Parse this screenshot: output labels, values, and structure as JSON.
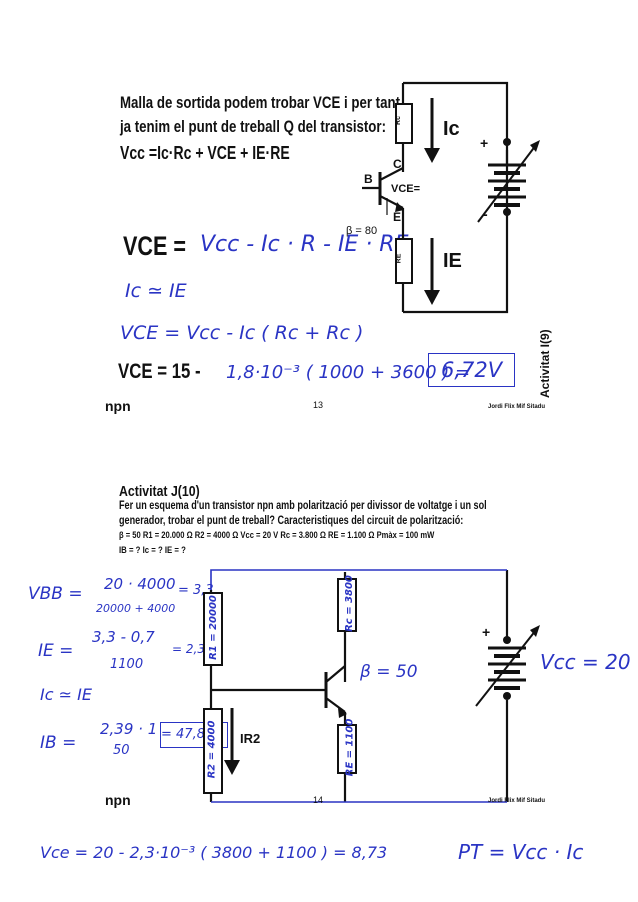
{
  "page1": {
    "intro_line1": "Malla de sortida podem trobar VCE i per tant",
    "intro_line2": "ja tenim el punt de treball Q del transistor:",
    "equation": "Vcc =Ic·Rc + VCE + IE·RE",
    "vce_label": "VCE =",
    "vce_hand": "Vcc - Ic · R - IE · RE",
    "ic_approx": "Ic ≃ IE",
    "vce_hand2": "VCE = Vcc - Ic ( Rc + Rc )",
    "final_prefix": "VCE = 15 -",
    "final_hand": "1,8·10⁻³ ( 1000 + 3600 ) =",
    "final_result": "6,72V",
    "npn": "npn",
    "page_number": "13",
    "side_label": "Activitat I(9)",
    "footer_credit": "Jordi Flix Mif Sitadu",
    "circuit": {
      "ic": "Ic",
      "ie": "IE",
      "c": "C",
      "b": "B",
      "e": "E",
      "vce": "VCE=",
      "beta": "β = 80",
      "rc": "Rc",
      "re": "RE",
      "plus": "+",
      "minus": "-"
    }
  },
  "page2": {
    "title": "Activitat J(10)",
    "desc_line1": "Fer un esquema d'un transistor npn amb polarització per divissor de voltatge i un sol",
    "desc_line2": "generador, trobar el punt de treball? Caracteristiques del circuit de polarització:",
    "params": "β = 50  R1 = 20.000 Ω  R2 = 4000 Ω  Vcc = 20 V  Rc = 3.800 Ω RE = 1.100 Ω  Pmàx = 100 mW",
    "unknowns": "IB = ?  Ic = ?  IE = ?",
    "vbb_label": "VBB =",
    "vbb_num": "20 · 4000",
    "vbb_den": "20000 + 4000",
    "vbb_result": "= 3,3",
    "ie_label": "IE =",
    "ie_num": "3,3 - 0,7",
    "ie_den": "1100",
    "ie_result": "= 2,36",
    "ic_approx": "Ic ≃ IE",
    "ib_label": "IB =",
    "ib_num": "2,39 · 1",
    "ib_den": "50",
    "ib_result": "= 47,8μA",
    "circuit": {
      "r1": "R1 = 20000",
      "rc": "Rc = 3800",
      "r2": "R2 = 4000",
      "re": "RE = 1100",
      "ir2": "IR2",
      "beta": "β = 50",
      "vcc": "Vcc = 20",
      "plus": "+"
    },
    "npn": "npn",
    "page_number": "14",
    "footer_credit": "Jordi Flix Mif Sitadu",
    "vce_bottom": "Vce = 20 - 2,3·10⁻³ ( 3800 + 1100 ) = 8,73",
    "power_bottom": "PT = Vcc · Ic"
  },
  "colors": {
    "ink": "#111111",
    "pen": "#2a34c4"
  }
}
